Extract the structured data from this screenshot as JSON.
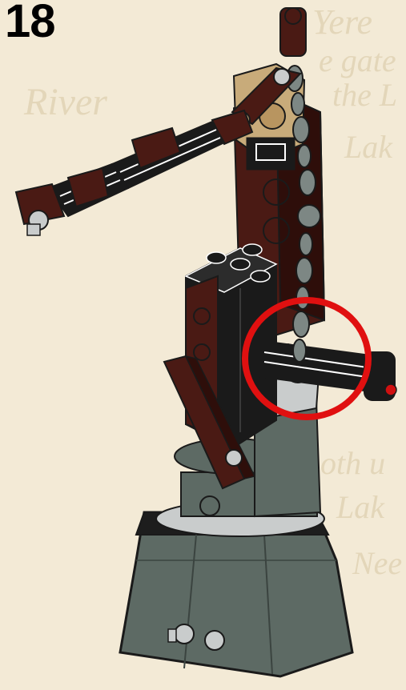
{
  "step": {
    "number": "18"
  },
  "background_text": {
    "line_1": "Yere",
    "line_2": "e gate",
    "line_3": "the L",
    "line_4": "River",
    "line_5": "Lak",
    "line_6": "oth u",
    "line_7": "Lak",
    "line_8": "Nee"
  },
  "colors": {
    "paper": "#f3ead6",
    "dark_red": "#4a1a14",
    "dark_gray": "#5d6a64",
    "light_gray": "#c9cccc",
    "black": "#1a1a1a",
    "tan": "#c8ab7a",
    "highlight_circle": "#e01010"
  },
  "icons": {
    "callout": "red-circle-callout"
  }
}
